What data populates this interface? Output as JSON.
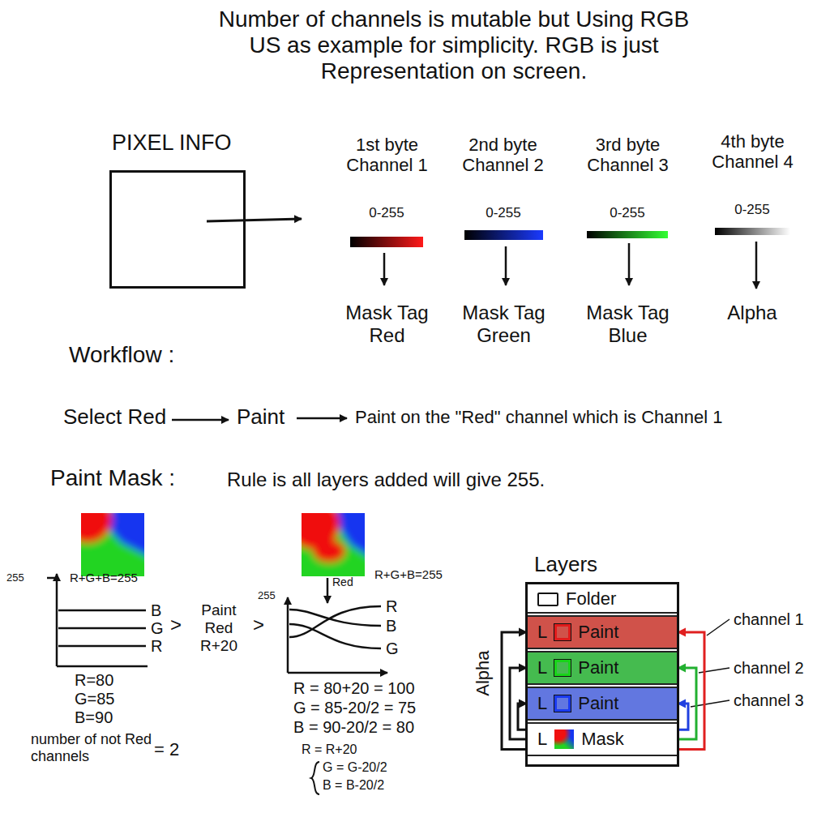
{
  "diagram": {
    "title": "Number of channels is mutable but Using RGB US as example for simplicity. RGB is just Representation on screen.",
    "nodes": [
      {
        "text": [
          "PIXEL INFO"
        ]
      },
      {
        "text": [
          "Layers"
        ]
      },
      {
        "text": [
          "Folder"
        ],
        "in": 1
      },
      {
        "text": [
          "L",
          "Paint"
        ],
        "in": 1
      },
      {
        "text": [
          "L",
          "Paint"
        ],
        "in": 1
      },
      {
        "text": [
          "L",
          "Paint"
        ],
        "in": 1
      },
      {
        "text": [
          "L",
          "Mask"
        ],
        "in": 1
      }
    ],
    "edges": [
      {
        "from": 6,
        "to": 3,
        "arrow": "to"
      },
      {
        "from": 6,
        "to": 4,
        "arrow": "to"
      },
      {
        "from": 6,
        "to": 5,
        "arrow": "to"
      },
      {
        "from": 6,
        "to": 5,
        "arrow": "to"
      },
      {
        "from": 6,
        "to": 4,
        "arrow": "to"
      },
      {
        "from": 6,
        "to": 3,
        "arrow": "to"
      }
    ],
    "labels": [
      "1st byte Channel 1",
      "0-255",
      "Mask Tag Red",
      "2nd byte Channel 2",
      "0-255",
      "Mask Tag Green",
      "3rd byte Channel 3",
      "0-255",
      "Mask Tag Blue",
      "4th byte Channel 4",
      "0-255",
      "Alpha",
      "Workflow :",
      "Select Red",
      "Paint",
      "Paint on the \"Red\" channel which is Channel 1",
      "Paint Mask :",
      "Rule is all layers added will give 255.",
      "255",
      "R+G+B=255",
      "B",
      "G",
      "R",
      "R=80",
      "G=85",
      "B=90",
      "number of not Red channels",
      "= 2",
      ">",
      "Paint Red R+20",
      ">",
      "255",
      "Red",
      "R+G+B=255",
      "R",
      "B",
      "G",
      "R = 80+20 = 100",
      "G = 85-20/2 = 75",
      "B = 90-20/2 = 80",
      "R = R+20",
      "G = G-20/2",
      "B = B-20/2",
      "channel 1",
      "channel 2",
      "channel 3",
      "Alpha"
    ]
  }
}
